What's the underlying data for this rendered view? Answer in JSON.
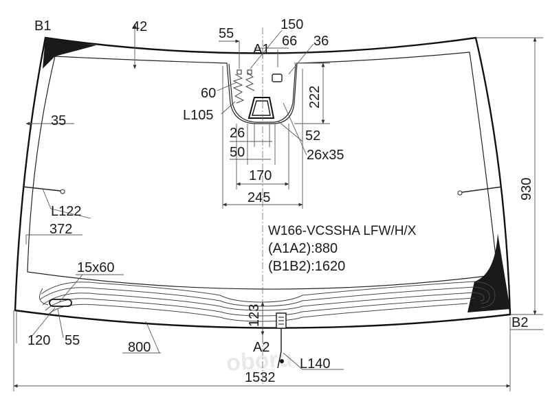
{
  "labels": {
    "b1": "B1",
    "b2": "B2",
    "a1": "A1",
    "a2": "A2",
    "d42": "42",
    "d55_top": "55",
    "d150": "150",
    "d66": "66",
    "d36": "36",
    "d60": "60",
    "l105": "L105",
    "d222": "222",
    "d35": "35",
    "d26": "26",
    "d52": "52",
    "d50": "50",
    "d26x35": "26x35",
    "d170": "170",
    "d245": "245",
    "d930": "930",
    "l122": "L122",
    "d372": "372",
    "part_code": "W166-VCSSHA LFW/H/X",
    "a1a2": "(A1A2):880",
    "b1b2": "(B1B2):1620",
    "d15x60": "15x60",
    "d123": "123",
    "d120": "120",
    "d55_bottom": "55",
    "d800": "800",
    "l140": "L140",
    "d1532": "1532"
  },
  "watermark": "oboru"
}
